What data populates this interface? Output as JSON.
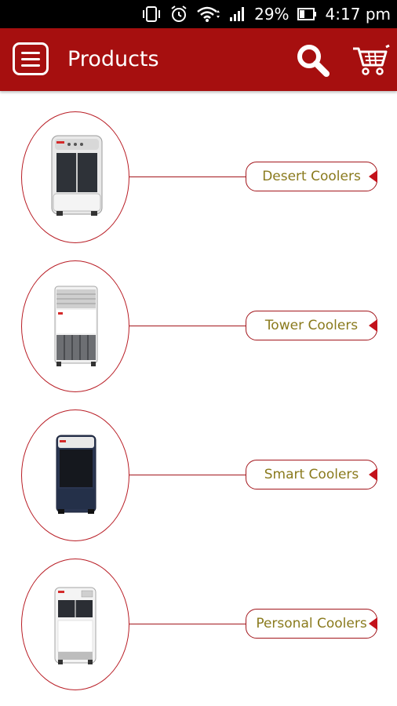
{
  "status_bar": {
    "battery_percent": "29%",
    "time": "4:17 pm"
  },
  "app_bar": {
    "title": "Products",
    "icons": [
      "menu-icon",
      "search-icon",
      "cart-icon"
    ]
  },
  "colors": {
    "brand": "#a60f0f",
    "outline": "#b81c24",
    "label_text": "#8a7a1d"
  },
  "products": [
    {
      "label": "Desert Coolers",
      "image": "desert-cooler-image"
    },
    {
      "label": "Tower Coolers",
      "image": "tower-cooler-image"
    },
    {
      "label": "Smart Coolers",
      "image": "smart-cooler-image"
    },
    {
      "label": "Personal Coolers",
      "image": "personal-cooler-image"
    }
  ]
}
